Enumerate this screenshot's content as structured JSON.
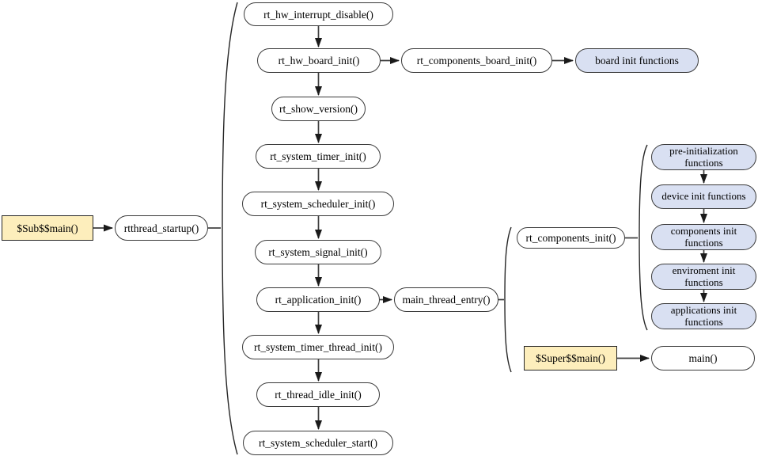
{
  "colors": {
    "background": "#ffffff",
    "node_fill": "#ffffff",
    "node_border": "#3a3a3a",
    "blue_fill": "#d9e0f2",
    "tan_fill": "#fdeebc",
    "line": "#3d3d3d",
    "arrowhead": "#1a1a1a"
  },
  "nodes": {
    "sub_main": "$Sub$$main()",
    "rtthread_startup": "rtthread_startup()",
    "rt_hw_interrupt_disable": "rt_hw_interrupt_disable()",
    "rt_hw_board_init": "rt_hw_board_init()",
    "rt_components_board_init": "rt_components_board_init()",
    "board_init_functions": "board init functions",
    "rt_show_version": "rt_show_version()",
    "rt_system_timer_init": "rt_system_timer_init()",
    "rt_system_scheduler_init": "rt_system_scheduler_init()",
    "rt_system_signal_init": "rt_system_signal_init()",
    "rt_application_init": "rt_application_init()",
    "main_thread_entry": "main_thread_entry()",
    "rt_system_timer_thread_init": "rt_system_timer_thread_init()",
    "rt_thread_idle_init": "rt_thread_idle_init()",
    "rt_system_scheduler_start": "rt_system_scheduler_start()",
    "rt_components_init": "rt_components_init()",
    "pre_initialization_functions": "pre-initialization functions",
    "device_init_functions": "device init functions",
    "components_init_functions": "components init functions",
    "enviroment_init_functions": "enviroment init functions",
    "applications_init_functions": "applications init functions",
    "super_main": "$Super$$main()",
    "main_fn": "main()"
  }
}
